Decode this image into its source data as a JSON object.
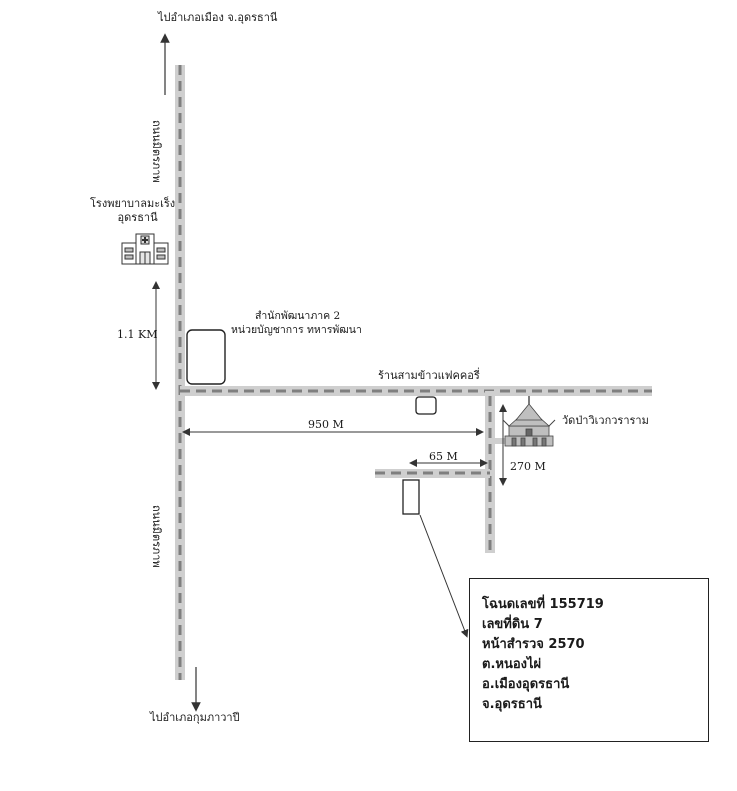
{
  "colors": {
    "road": "#cfcfcf",
    "road_dash": "#7f7f7f",
    "ink": "#1a1a1a"
  },
  "labels": {
    "north_direction": "ไปอำเภอเมือง จ.อุดรธานี",
    "south_direction": "ไปอำเภอกุมภาวาปี",
    "road_name_upper": "ถนนมิตรภาพ",
    "road_name_lower": "ถนนมิตรภาพ",
    "hospital": [
      "โรงพยาบาลมะเร็ง",
      "อุดรธานี"
    ],
    "office": [
      "สำนักพัฒนาภาค 2",
      "หน่วยบัญชาการ ทหารพัฒนา"
    ],
    "shop": "ร้านสามข้าวแฟคคอรี่",
    "temple": "วัดป่าวิเวกวราราม"
  },
  "distances": {
    "north_south": "1.1 KM",
    "east_main": "950 M",
    "side_road": "65 M",
    "temple_road": "270 M"
  },
  "icons": {
    "hospital": "hospital-icon",
    "temple": "temple-icon"
  },
  "info": {
    "deed_no": "โฉนดเลขที่  155719",
    "land_no": "เลขที่ดิน  7",
    "survey_page": "หน้าสำรวจ  2570",
    "subdistrict": "ต.หนองไผ่",
    "district": "อ.เมืองอุดรธานี",
    "province": "จ.อุดรธานี"
  }
}
